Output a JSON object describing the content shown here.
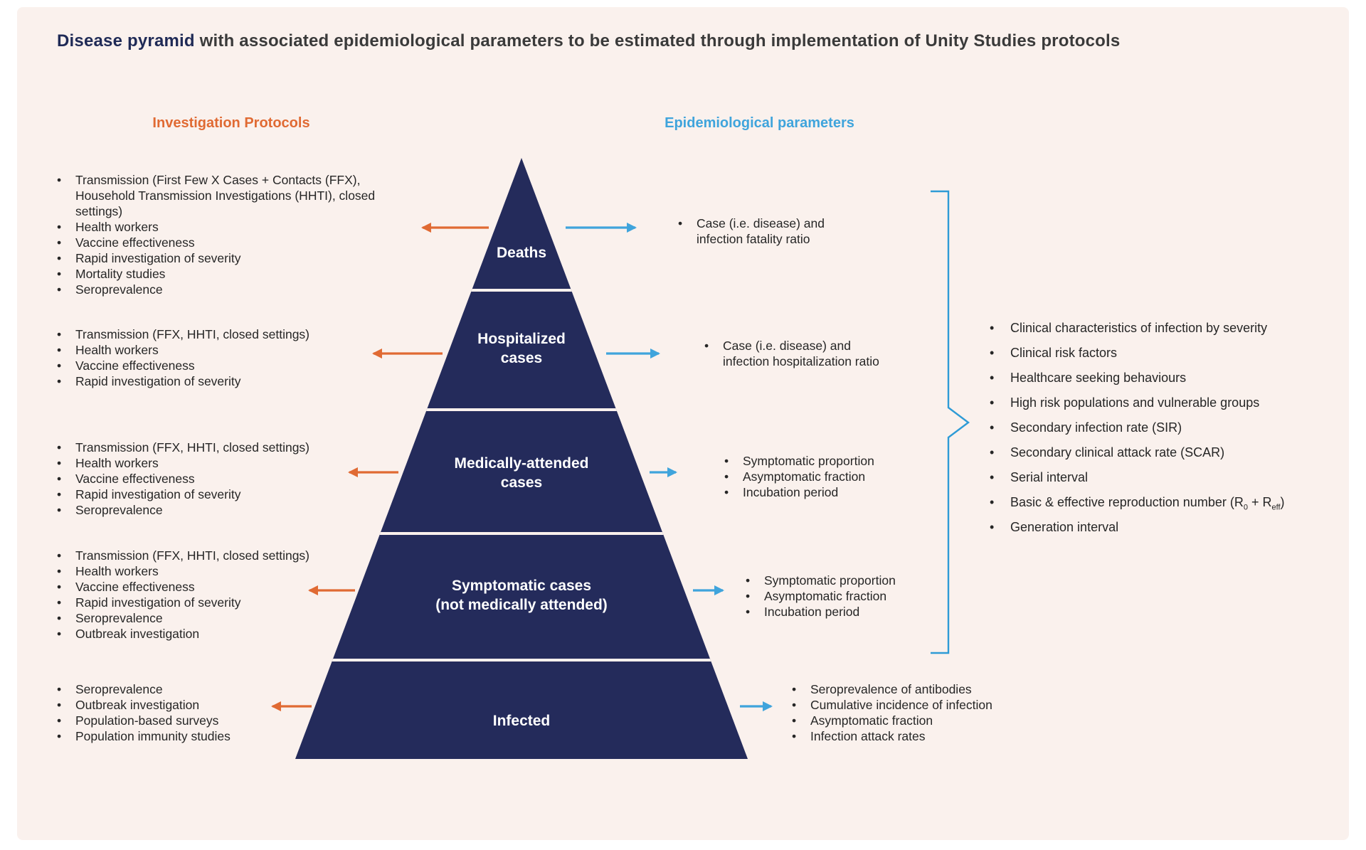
{
  "title": {
    "highlight": "Disease pyramid",
    "rest": " with associated epidemiological parameters to be estimated through implementation of Unity Studies protocols"
  },
  "headers": {
    "left": "Investigation Protocols",
    "right": "Epidemiological parameters"
  },
  "colors": {
    "background_pink": "#faf1ed",
    "pyramid_navy": "#242b5b",
    "title_navy": "#1f2a56",
    "accent_orange": "#e06a33",
    "accent_blue": "#3fa4dc",
    "brace_blue": "#2e9bd6",
    "body_text": "#262626"
  },
  "icons": {
    "orange_left_arrow": "←",
    "blue_right_arrow": "→",
    "brace": "}"
  },
  "pyramid": {
    "levels": [
      {
        "label_lines": [
          "Deaths"
        ]
      },
      {
        "label_lines": [
          "Hospitalized",
          "cases"
        ]
      },
      {
        "label_lines": [
          "Medically-attended",
          "cases"
        ]
      },
      {
        "label_lines": [
          "Symptomatic cases",
          "(not medically attended)"
        ]
      },
      {
        "label_lines": [
          "Infected"
        ]
      }
    ]
  },
  "left_lists": [
    {
      "items": [
        "Transmission (First Few X Cases + Contacts (FFX), Household Transmission Investigations (HHTI), closed settings)",
        "Health workers",
        "Vaccine effectiveness",
        "Rapid investigation of severity",
        "Mortality studies",
        "Seroprevalence"
      ]
    },
    {
      "items": [
        "Transmission (FFX, HHTI, closed settings)",
        "Health workers",
        "Vaccine effectiveness",
        "Rapid investigation of severity"
      ]
    },
    {
      "items": [
        "Transmission (FFX, HHTI, closed settings)",
        "Health workers",
        "Vaccine effectiveness",
        "Rapid investigation of severity",
        "Seroprevalence"
      ]
    },
    {
      "items": [
        "Transmission (FFX, HHTI, closed settings)",
        "Health workers",
        "Vaccine effectiveness",
        "Rapid investigation of severity",
        "Seroprevalence",
        "Outbreak investigation"
      ]
    },
    {
      "items": [
        "Seroprevalence",
        "Outbreak investigation",
        "Population-based surveys",
        "Population immunity studies"
      ]
    }
  ],
  "right_lists": [
    {
      "items": [
        "Case (i.e. disease) and infection fatality ratio"
      ]
    },
    {
      "items": [
        "Case (i.e. disease) and infection hospitalization ratio"
      ]
    },
    {
      "items": [
        "Symptomatic proportion",
        "Asymptomatic fraction",
        "Incubation period"
      ]
    },
    {
      "items": [
        "Symptomatic proportion",
        "Asymptomatic fraction",
        "Incubation period"
      ]
    },
    {
      "items": [
        "Seroprevalence of antibodies",
        "Cumulative incidence of infection",
        "Asymptomatic fraction",
        "Infection attack rates"
      ]
    }
  ],
  "parameters_list": {
    "items": [
      "Clinical characteristics of infection by severity",
      "Clinical risk factors",
      "Healthcare seeking behaviours",
      "High risk populations and vulnerable groups",
      "Secondary infection rate (SIR)",
      "Secondary clinical attack rate (SCAR)",
      "Serial interval"
    ],
    "reproduction_item": {
      "pre": "Basic & effective reproduction number (R",
      "sub_base": "0",
      "mid": " + R",
      "sub_eff": "eff",
      "post": ")"
    },
    "last_item": "Generation interval"
  }
}
